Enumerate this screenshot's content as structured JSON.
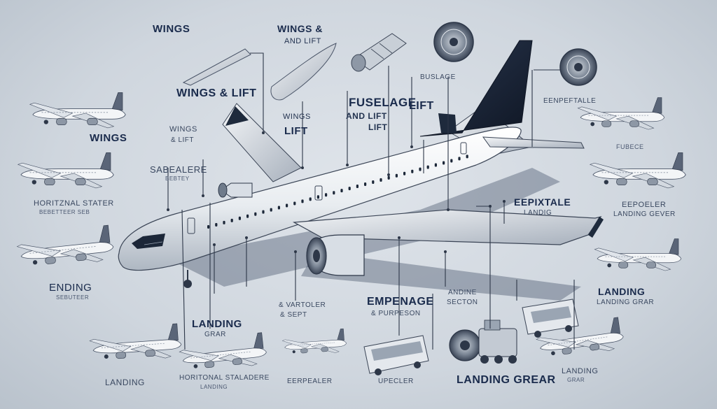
{
  "labels": {
    "l1": "WINGS",
    "l2": "WINGS &",
    "l3": "AND LIFT",
    "l4": "WINGS & LIFT",
    "l5": "BUSLAGE",
    "l6": "EENPEFTALLE",
    "l7": "WINGS",
    "l8": "FUSELAGE",
    "l9": "AND LIFT",
    "l10": "LIFT",
    "l11": "LIFT",
    "l12": "WINGS",
    "l13": "LIFT",
    "l14": "WINGS",
    "l15": "& LIFT",
    "l16": "SABEALERE",
    "l17": "BEBTEY",
    "l18": "FUBECE",
    "l19": "HORITZNAL STATER",
    "l20": "BEBETTEER SEB",
    "l21": "EEPIXTALE",
    "l22": "LANDIG",
    "l23": "EEPOELER",
    "l24": "LANDING GEVER",
    "l25": "ENDING",
    "l26": "SEBUTEER",
    "l27": "EMPENAGE",
    "l28": "& PURPESON",
    "l29": "& VARTOLER",
    "l30": "& SEPT",
    "l31": "ANDINE",
    "l32": "SECTON",
    "l33": "LANDING",
    "l34": "LANDING GRAR",
    "l35": "LANDING",
    "l36": "GRAR",
    "l37": "LANDING",
    "l38": "HORITONAL STALADERE",
    "l39": "LANDING",
    "l40": "EERPEALER",
    "l41": "UPECLER",
    "l42": "LANDING GREAR",
    "l43": "LANDING",
    "l44": "GRAR"
  },
  "palette": {
    "ink": "#1a2b4c",
    "fuselage": "#f2f4f6",
    "tail": "#1c2738",
    "shadow": "#2f3d55"
  },
  "icons": [
    "airplane-icon",
    "wing-part-icon",
    "engine-fan-icon",
    "bus-icon",
    "engine-block-icon"
  ]
}
